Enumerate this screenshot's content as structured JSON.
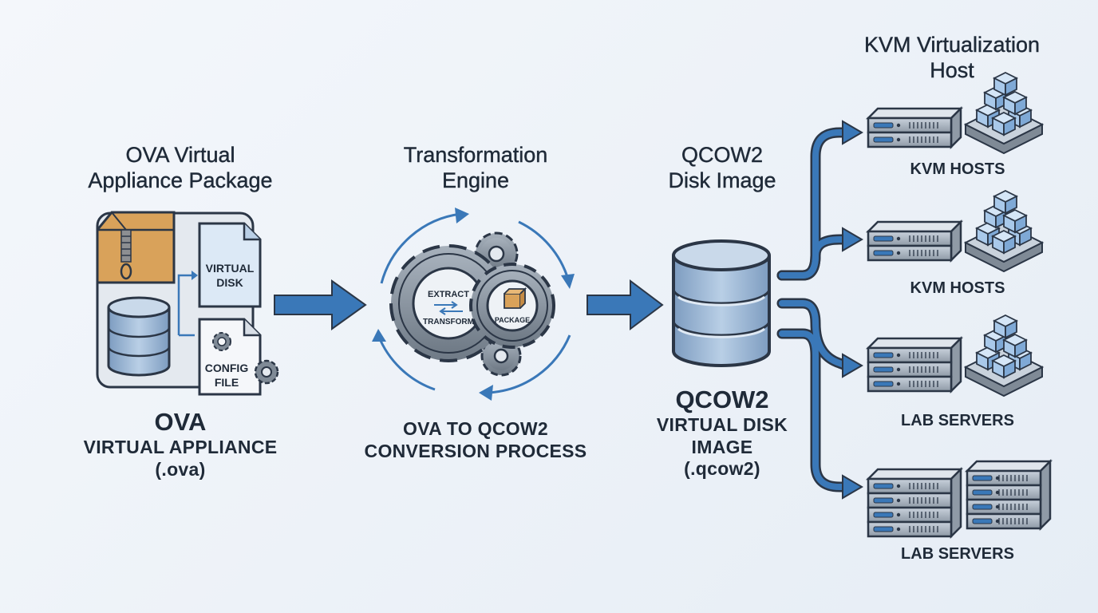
{
  "ova": {
    "heading_line1": "OVA Virtual",
    "heading_line2": "Appliance Package",
    "title": "OVA",
    "subtitle_line1": "VIRTUAL APPLIANCE",
    "subtitle_line2": "(.ova)",
    "virtual_disk_line1": "VIRTUAL",
    "virtual_disk_line2": "DISK",
    "config_line1": "CONFIG",
    "config_line2": "FILE"
  },
  "engine": {
    "heading_line1": "Transformation",
    "heading_line2": "Engine",
    "extract": "EXTRACT",
    "transform": "TRANSFORM",
    "package": "PACKAGE",
    "caption_line1": "OVA TO QCOW2",
    "caption_line2": "CONVERSION PROCESS"
  },
  "qcow2": {
    "heading_line1": "QCOW2",
    "heading_line2": "Disk Image",
    "title": "QCOW2",
    "subtitle_line1": "VIRTUAL DISK",
    "subtitle_line2": "IMAGE",
    "subtitle_line3": "(.qcow2)"
  },
  "kvm": {
    "heading_line1": "KVM Virtualization",
    "heading_line2": "Host",
    "targets": [
      {
        "label": "KVM HOSTS"
      },
      {
        "label": "KVM HOSTS"
      },
      {
        "label": "LAB SERVERS"
      },
      {
        "label": "LAB SERVERS"
      }
    ]
  },
  "colors": {
    "accent_blue": "#3a78b8",
    "outline": "#2b3646",
    "cube_blue": "#a9c9ea",
    "box_tan": "#d9a25a",
    "gear_gray": "#7f8a96"
  }
}
